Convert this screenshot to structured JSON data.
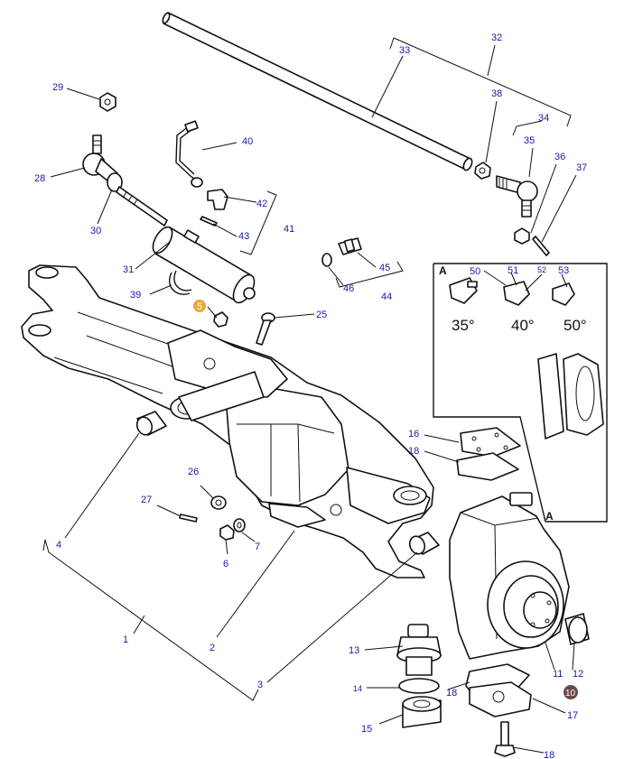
{
  "labels": {
    "l1": "1",
    "l2": "2",
    "l3": "3",
    "l4": "4",
    "l5": "5",
    "l6": "6",
    "l7": "7",
    "l10": "10",
    "l11": "11",
    "l12": "12",
    "l13": "13",
    "l14": "14",
    "l15": "15",
    "l16": "16",
    "l17": "17",
    "l18a": "18",
    "l18b": "18",
    "l18c": "18",
    "l25": "25",
    "l26": "26",
    "l27": "27",
    "l28": "28",
    "l29": "29",
    "l30": "30",
    "l31": "31",
    "l32": "32",
    "l33": "33",
    "l34": "34",
    "l35": "35",
    "l36": "36",
    "l37": "37",
    "l38": "38",
    "l39": "39",
    "l40": "40",
    "l41": "41",
    "l42": "42",
    "l43": "43",
    "l44": "44",
    "l45": "45",
    "l46": "46",
    "l50": "50",
    "l51": "51",
    "l52": "52",
    "l53": "53"
  },
  "inset": {
    "letter_top": "A",
    "letter_bottom": "A",
    "angles": [
      "35°",
      "40°",
      "50°"
    ]
  },
  "badges": {
    "yellow_color": "#e6a83a",
    "dark_color": "#6b4a4a"
  }
}
